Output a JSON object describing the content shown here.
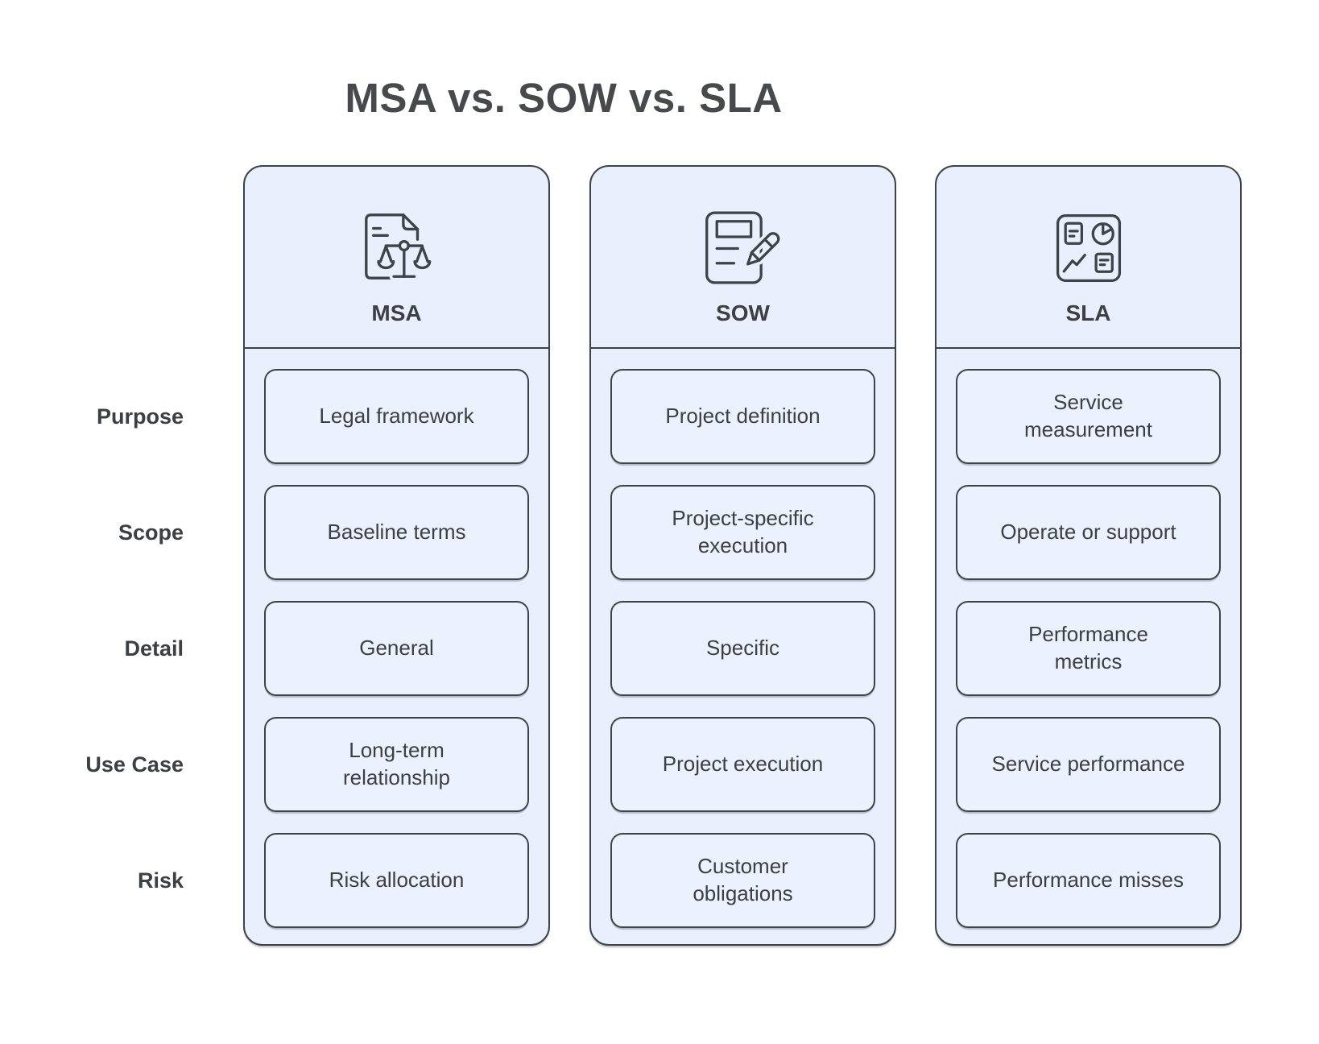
{
  "title": "MSA vs. SOW vs. SLA",
  "rows": [
    "Purpose",
    "Scope",
    "Detail",
    "Use Case",
    "Risk"
  ],
  "columns": [
    {
      "label": "MSA",
      "icon": "contract-scales-icon",
      "cells": [
        "Legal framework",
        "Baseline terms",
        "General",
        "Long-term\nrelationship",
        "Risk allocation"
      ]
    },
    {
      "label": "SOW",
      "icon": "document-pencil-icon",
      "cells": [
        "Project definition",
        "Project-specific\nexecution",
        "Specific",
        "Project execution",
        "Customer\nobligations"
      ]
    },
    {
      "label": "SLA",
      "icon": "metrics-dashboard-icon",
      "cells": [
        "Service\nmeasurement",
        "Operate or support",
        "Performance\nmetrics",
        "Service performance",
        "Performance misses"
      ]
    }
  ],
  "colors": {
    "background": "#FFFFFF",
    "panel_fill": "#E9EFFC",
    "cell_fill": "#EBF1FD",
    "outline": "#3E4347",
    "text": "#3C4043",
    "title_text": "#47494C"
  }
}
